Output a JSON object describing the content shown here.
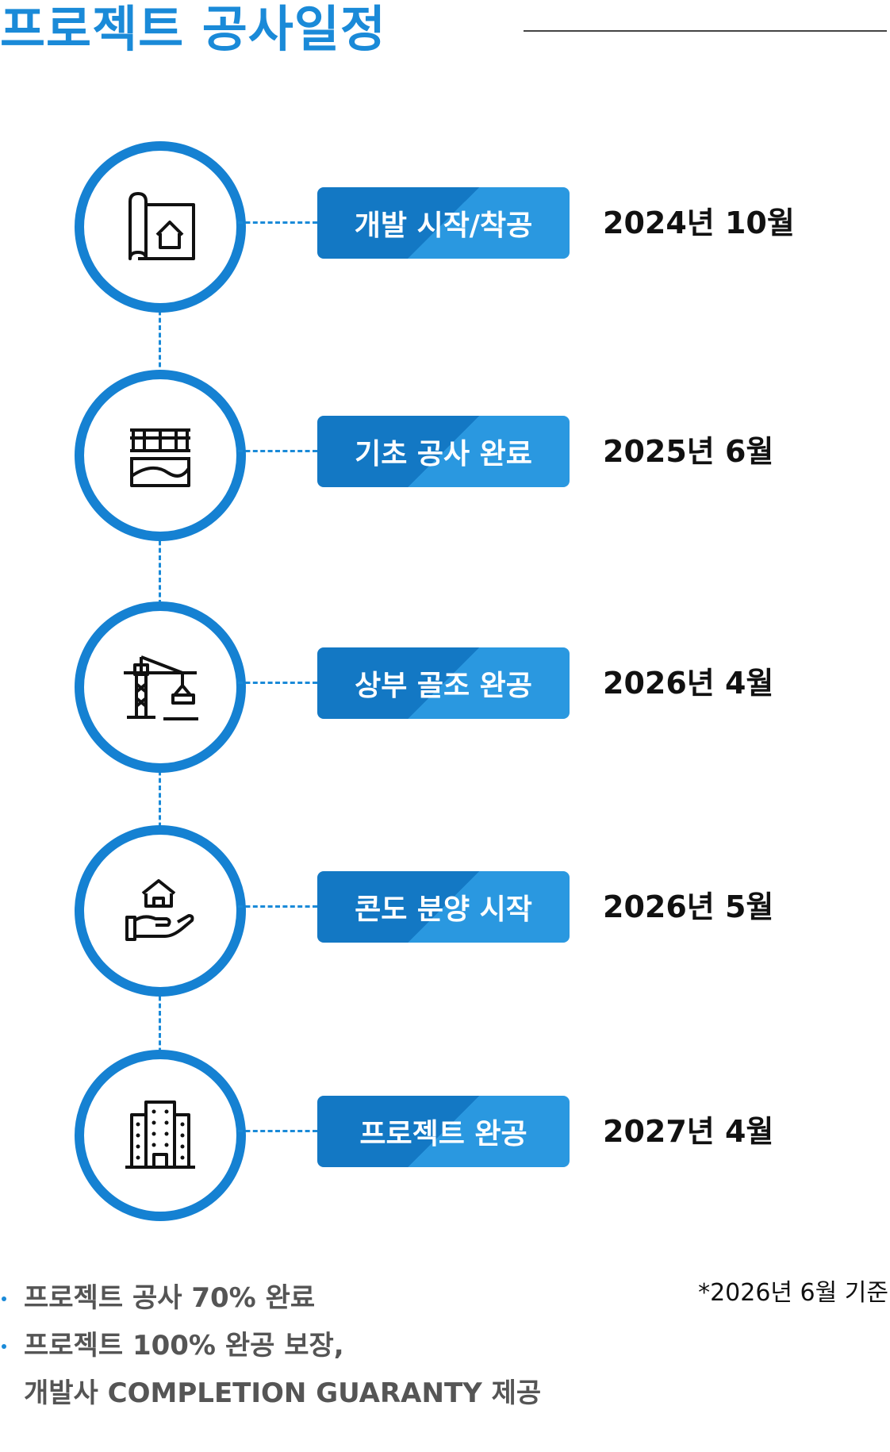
{
  "title": "프로젝트 공사일정",
  "milestones": [
    {
      "label": "개발 시작/착공",
      "date": "2024년 10월",
      "icon": "blueprint-house-icon"
    },
    {
      "label": "기초 공사 완료",
      "date": "2025년 6월",
      "icon": "foundation-icon"
    },
    {
      "label": "상부 골조 완공",
      "date": "2026년 4월",
      "icon": "crane-icon"
    },
    {
      "label": "콘도 분양 시작",
      "date": "2026년 5월",
      "icon": "hand-house-icon"
    },
    {
      "label": "프로젝트 완공",
      "date": "2027년 4월",
      "icon": "building-icon"
    }
  ],
  "notes": {
    "line1": "프로젝트 공사 70% 완료",
    "line2": "프로젝트 100% 완공 보장,",
    "line3": "개발사 COMPLETION GUARANTY 제공"
  },
  "footnote": "*2026년 6월 기준",
  "colors": {
    "accent": "#1a8ad8",
    "ring": "#1581d2",
    "label_dark": "#1378c4",
    "label_light": "#2a98e0"
  }
}
